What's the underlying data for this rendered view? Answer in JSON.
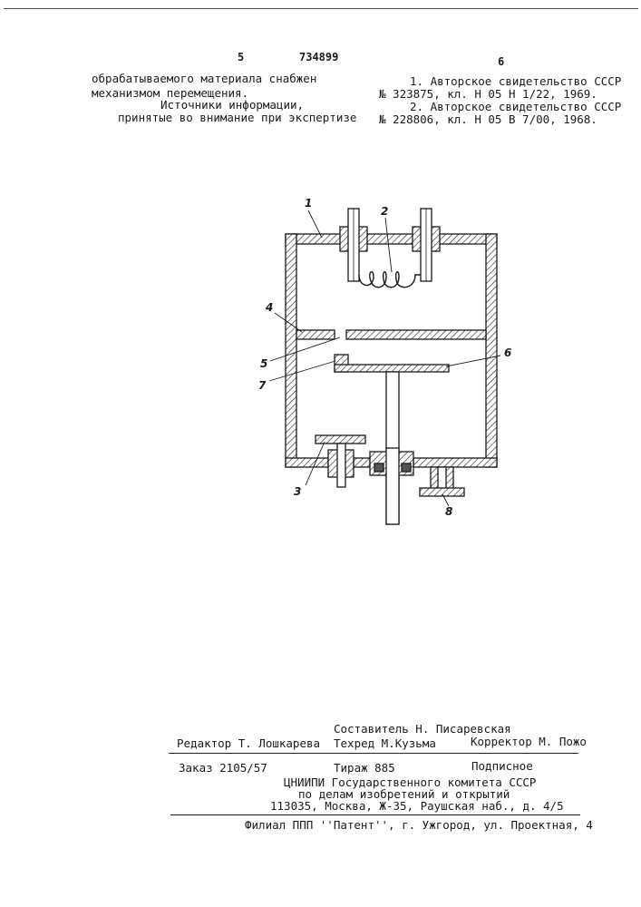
{
  "header": {
    "page_left": "5",
    "patent_number": "734899",
    "page_right": "6"
  },
  "left_column": [
    "обрабатываемого материала снабжен",
    "механизмом перемещения.",
    "Источники информации,",
    "принятые во внимание при экспертизе"
  ],
  "right_column": [
    "1. Авторское свидетельство СССР",
    "№ 323875, кл. H 05 H 1/22, 1969.",
    "2. Авторское свидетельство СССР",
    "№ 228806, кл. H 05 B 7/00, 1968."
  ],
  "figure": {
    "labels": [
      "1",
      "2",
      "3",
      "4",
      "5",
      "6",
      "7",
      "8"
    ]
  },
  "footer": {
    "compiler": "Составитель Н. Писаревская",
    "editor": "Редактор Т. Лошкарева",
    "techred": "Техред М.Кузьма",
    "corrector": "Корректор М. Пожо",
    "order": "Заказ 2105/57",
    "circulation": "Тираж 885",
    "subscription": "Подписное",
    "org_line1": "ЦНИИПИ Государственного комитета СССР",
    "org_line2": "по делам изобретений и открытий",
    "address": "113035, Москва, Ж-35, Раушская наб., д. 4/5",
    "branch": "Филиал ППП ''Патент'', г. Ужгород, ул. Проектная, 4"
  }
}
